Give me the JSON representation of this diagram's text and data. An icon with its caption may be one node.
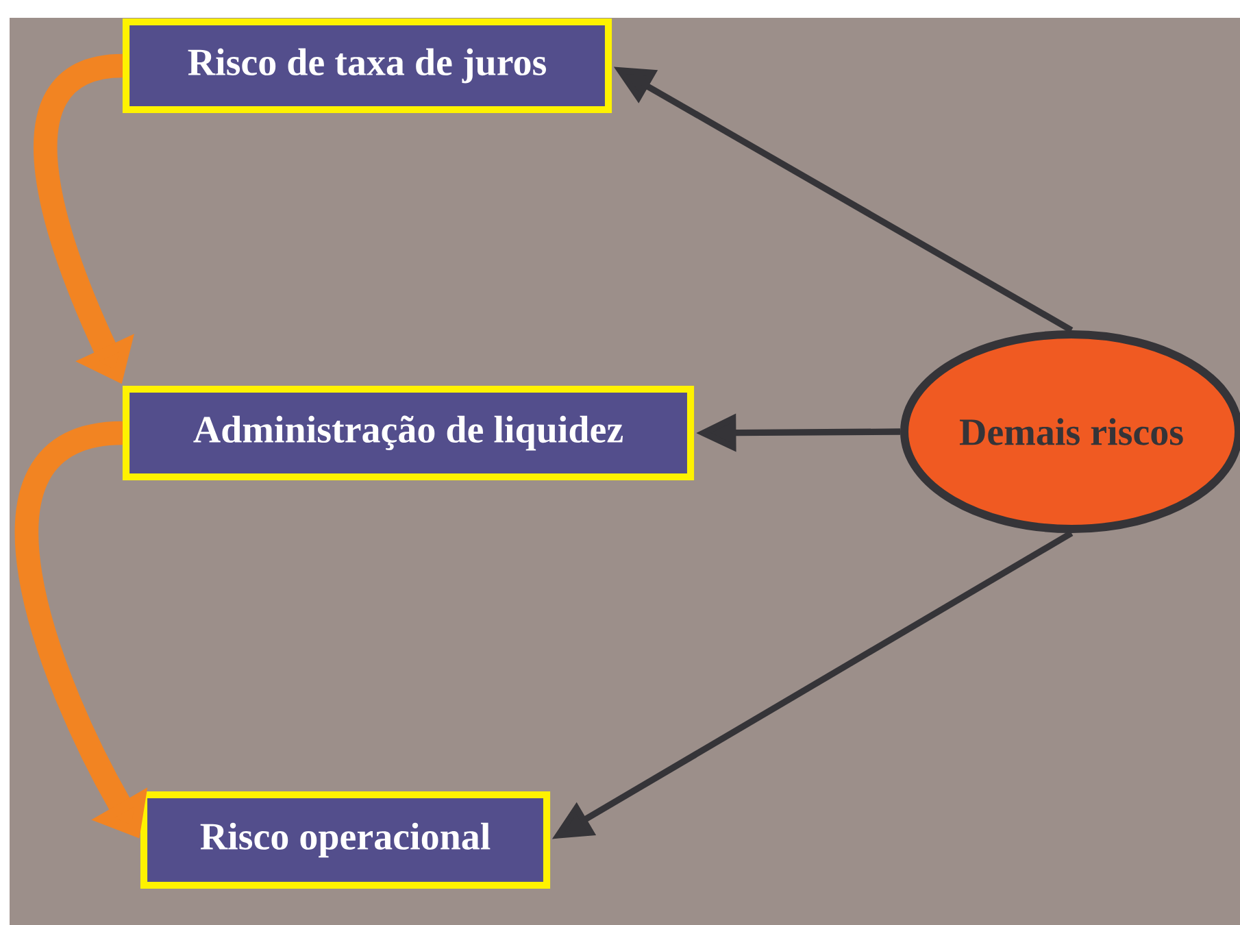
{
  "diagram": {
    "nodes": [
      {
        "text": [
          "Risco de taxa de juros"
        ]
      },
      {
        "text": [
          "Administração de liquidez"
        ]
      },
      {
        "text": [
          "Risco operacional"
        ]
      },
      {
        "text": [
          "Demais riscos"
        ]
      }
    ],
    "edges": [
      {
        "from": 3,
        "to": 0,
        "arrow": "to"
      },
      {
        "from": 3,
        "to": 1,
        "arrow": "to"
      },
      {
        "from": 3,
        "to": 2,
        "arrow": "to"
      },
      {
        "from": 0,
        "to": 1,
        "arrow": "to",
        "style": "thick",
        "color": "#f28422"
      },
      {
        "from": 1,
        "to": 2,
        "arrow": "to",
        "style": "thick",
        "color": "#f28422"
      }
    ]
  }
}
